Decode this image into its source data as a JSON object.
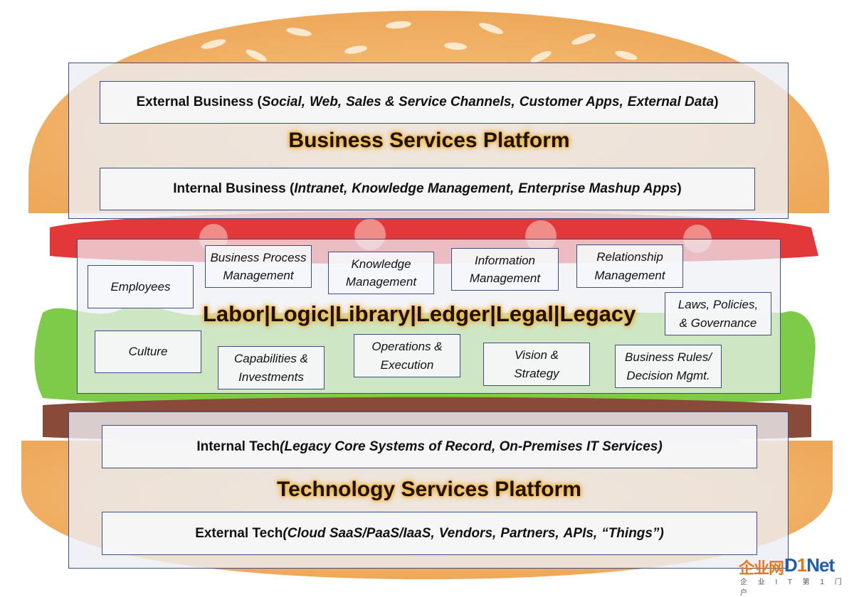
{
  "top_panel": {
    "external": {
      "lead": "External Business (",
      "items": [
        "Social,",
        "Web,",
        "Sales & Service Channels,",
        "Customer Apps,",
        "External Data"
      ],
      "tail": ")"
    },
    "title": "Business Services Platform",
    "internal": {
      "lead": "Internal Business (",
      "items": [
        "Intranet,",
        "Knowledge Management,",
        "Enterprise Mashup Apps"
      ],
      "tail": ")"
    }
  },
  "middle_panel": {
    "tagline": "Labor|Logic|Library|Ledger|Legal|Legacy",
    "boxes": {
      "employees": [
        "Employees"
      ],
      "bpm": [
        "Business Process",
        "Management"
      ],
      "knowledge": [
        "Knowledge",
        "Management"
      ],
      "information": [
        "Information",
        "Management"
      ],
      "relationship": [
        "Relationship",
        "Management"
      ],
      "laws": [
        "Laws, Policies,",
        "& Governance"
      ],
      "culture": [
        "Culture"
      ],
      "capabilities": [
        "Capabilities &",
        "Investments"
      ],
      "operations": [
        "Operations &",
        "Execution"
      ],
      "vision": [
        "Vision &",
        "Strategy"
      ],
      "rules": [
        "Business Rules/",
        "Decision Mgmt."
      ]
    }
  },
  "bottom_panel": {
    "internal": {
      "lead": "Internal Tech ",
      "italic": "(Legacy Core Systems of Record, On-Premises IT Services)"
    },
    "title": "Technology Services Platform",
    "external": {
      "lead": "External Tech ",
      "items": [
        "(Cloud SaaS/PaaS/IaaS,",
        "Vendors,",
        "Partners,",
        "APIs,",
        "“Things”)"
      ]
    }
  },
  "watermark": {
    "cn": "企业网",
    "en_a": "D",
    "en_one": "1",
    "en_b": "Net",
    "sub": "企 业 I T 第 1 门 户"
  },
  "colors": {
    "bun": "#f0b264",
    "bun_light": "#f7cd93",
    "tomato": "#e2383a",
    "lettuce": "#7ecb4a",
    "meat": "#8a4a3a",
    "border": "#3b4f85",
    "glow": "#f5b73a"
  }
}
